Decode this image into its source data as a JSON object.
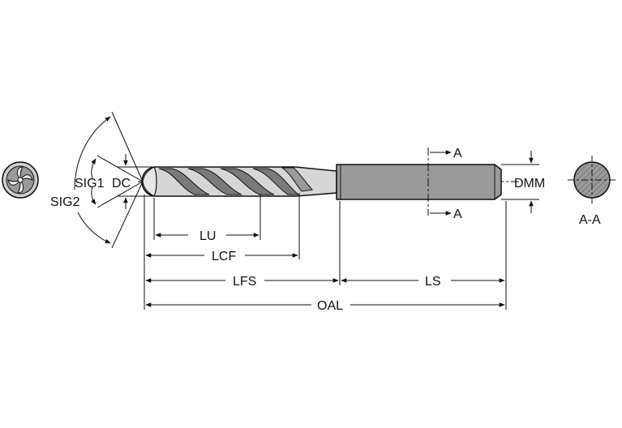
{
  "labels": {
    "sig1": "SIG1",
    "sig2": "SIG2",
    "dc": "DC",
    "dmm": "DMM",
    "lu": "LU",
    "lcf": "LCF",
    "lfs": "LFS",
    "ls": "LS",
    "oal": "OAL",
    "section_a_top": "A",
    "section_a_bottom": "A",
    "section_view": "A-A"
  },
  "colors": {
    "line": "#111111",
    "shank_fill": "#9a9a9a",
    "flute_fill": "#d6d6d6",
    "section_fill": "#8f8f8f",
    "end_view_fill": "#cfcfcf"
  }
}
